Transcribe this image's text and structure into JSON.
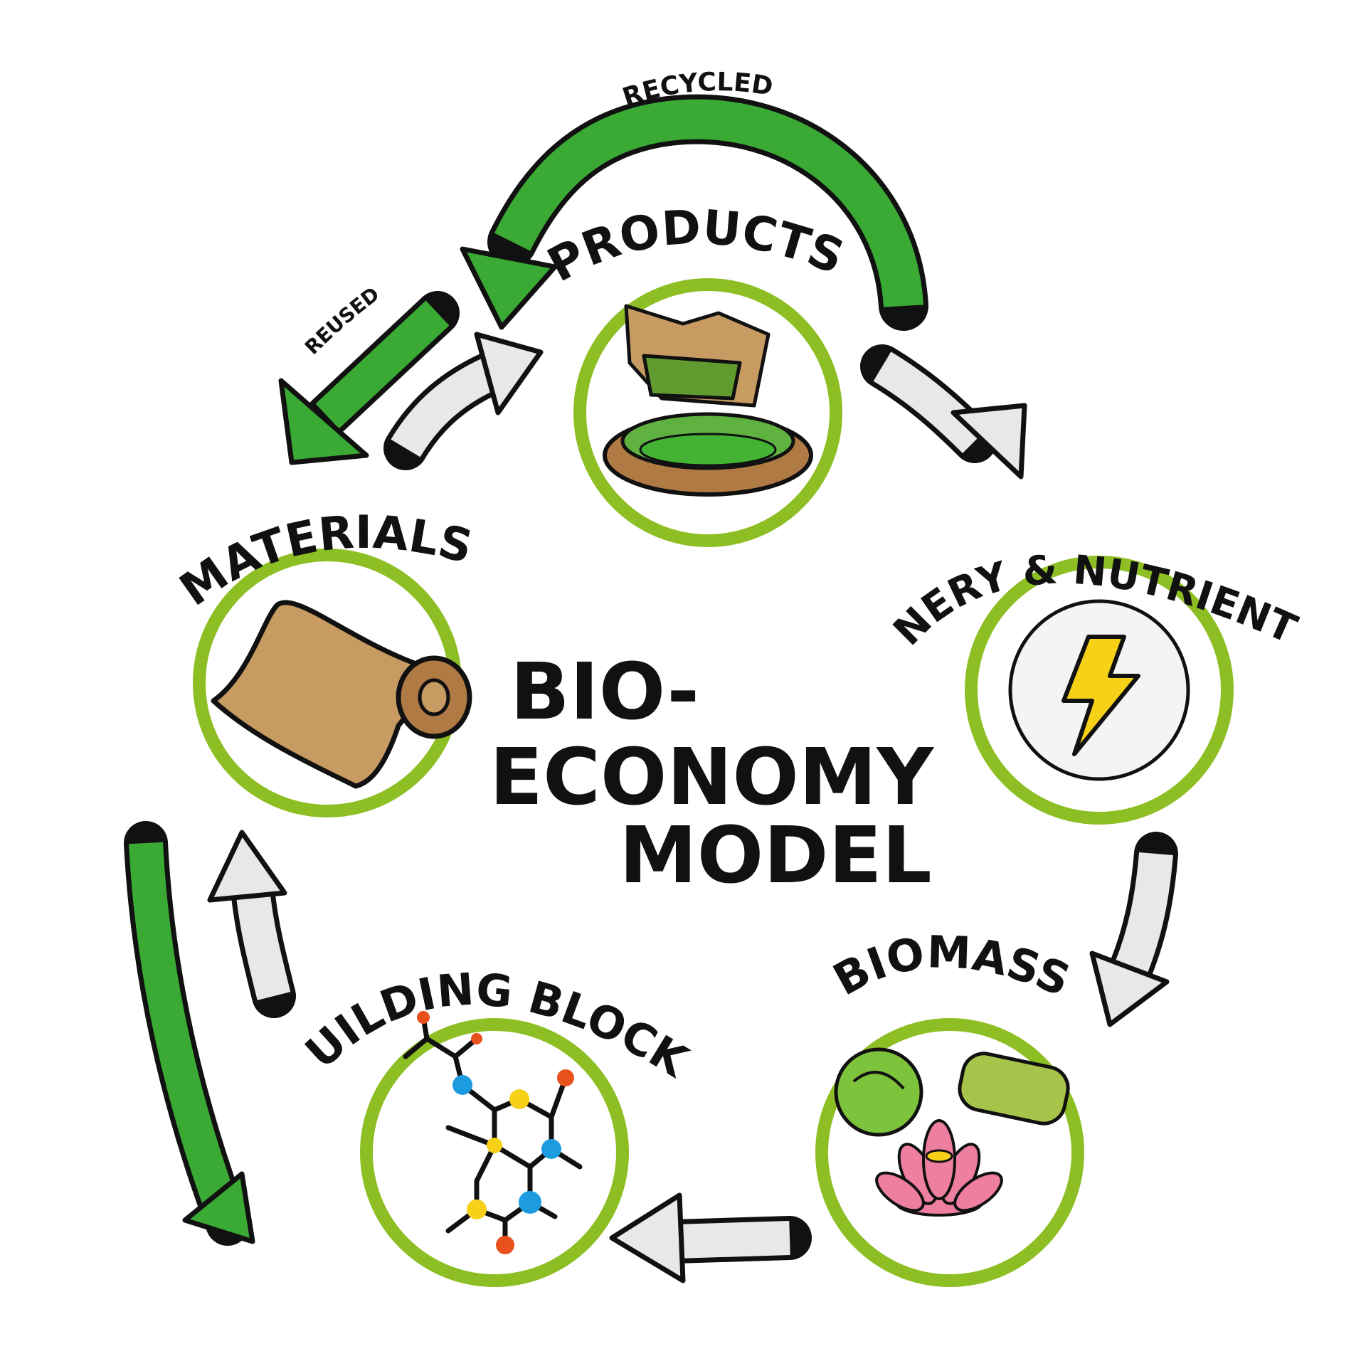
{
  "title": {
    "line1": "BIO-",
    "line2": "ECONOMY",
    "line3": "MODEL"
  },
  "nodes": {
    "products": "PRODUCTS",
    "energy": "ENERY & NUTRIENTS",
    "biomass": "BIOMASS",
    "building_blocks": "BUILDING BLOCKS",
    "materials": "MATERIALS"
  },
  "arrows": {
    "recycled": "RECYCLED",
    "reused": "REUSED"
  },
  "colors": {
    "ring": "#8dbf24",
    "green_arrow": "#3aaa35",
    "grey_arrow": "#e8e8e8",
    "outline": "#111111",
    "kraft": "#c89b63",
    "bolt": "#f7d117",
    "lotus": "#ef7fa0"
  },
  "icons": {
    "products": "food-box-and-bowl-icon",
    "energy": "lightning-bolt-icon",
    "biomass": "plants-and-lotus-icon",
    "building_blocks": "molecule-icon",
    "materials": "paper-roll-icon"
  }
}
